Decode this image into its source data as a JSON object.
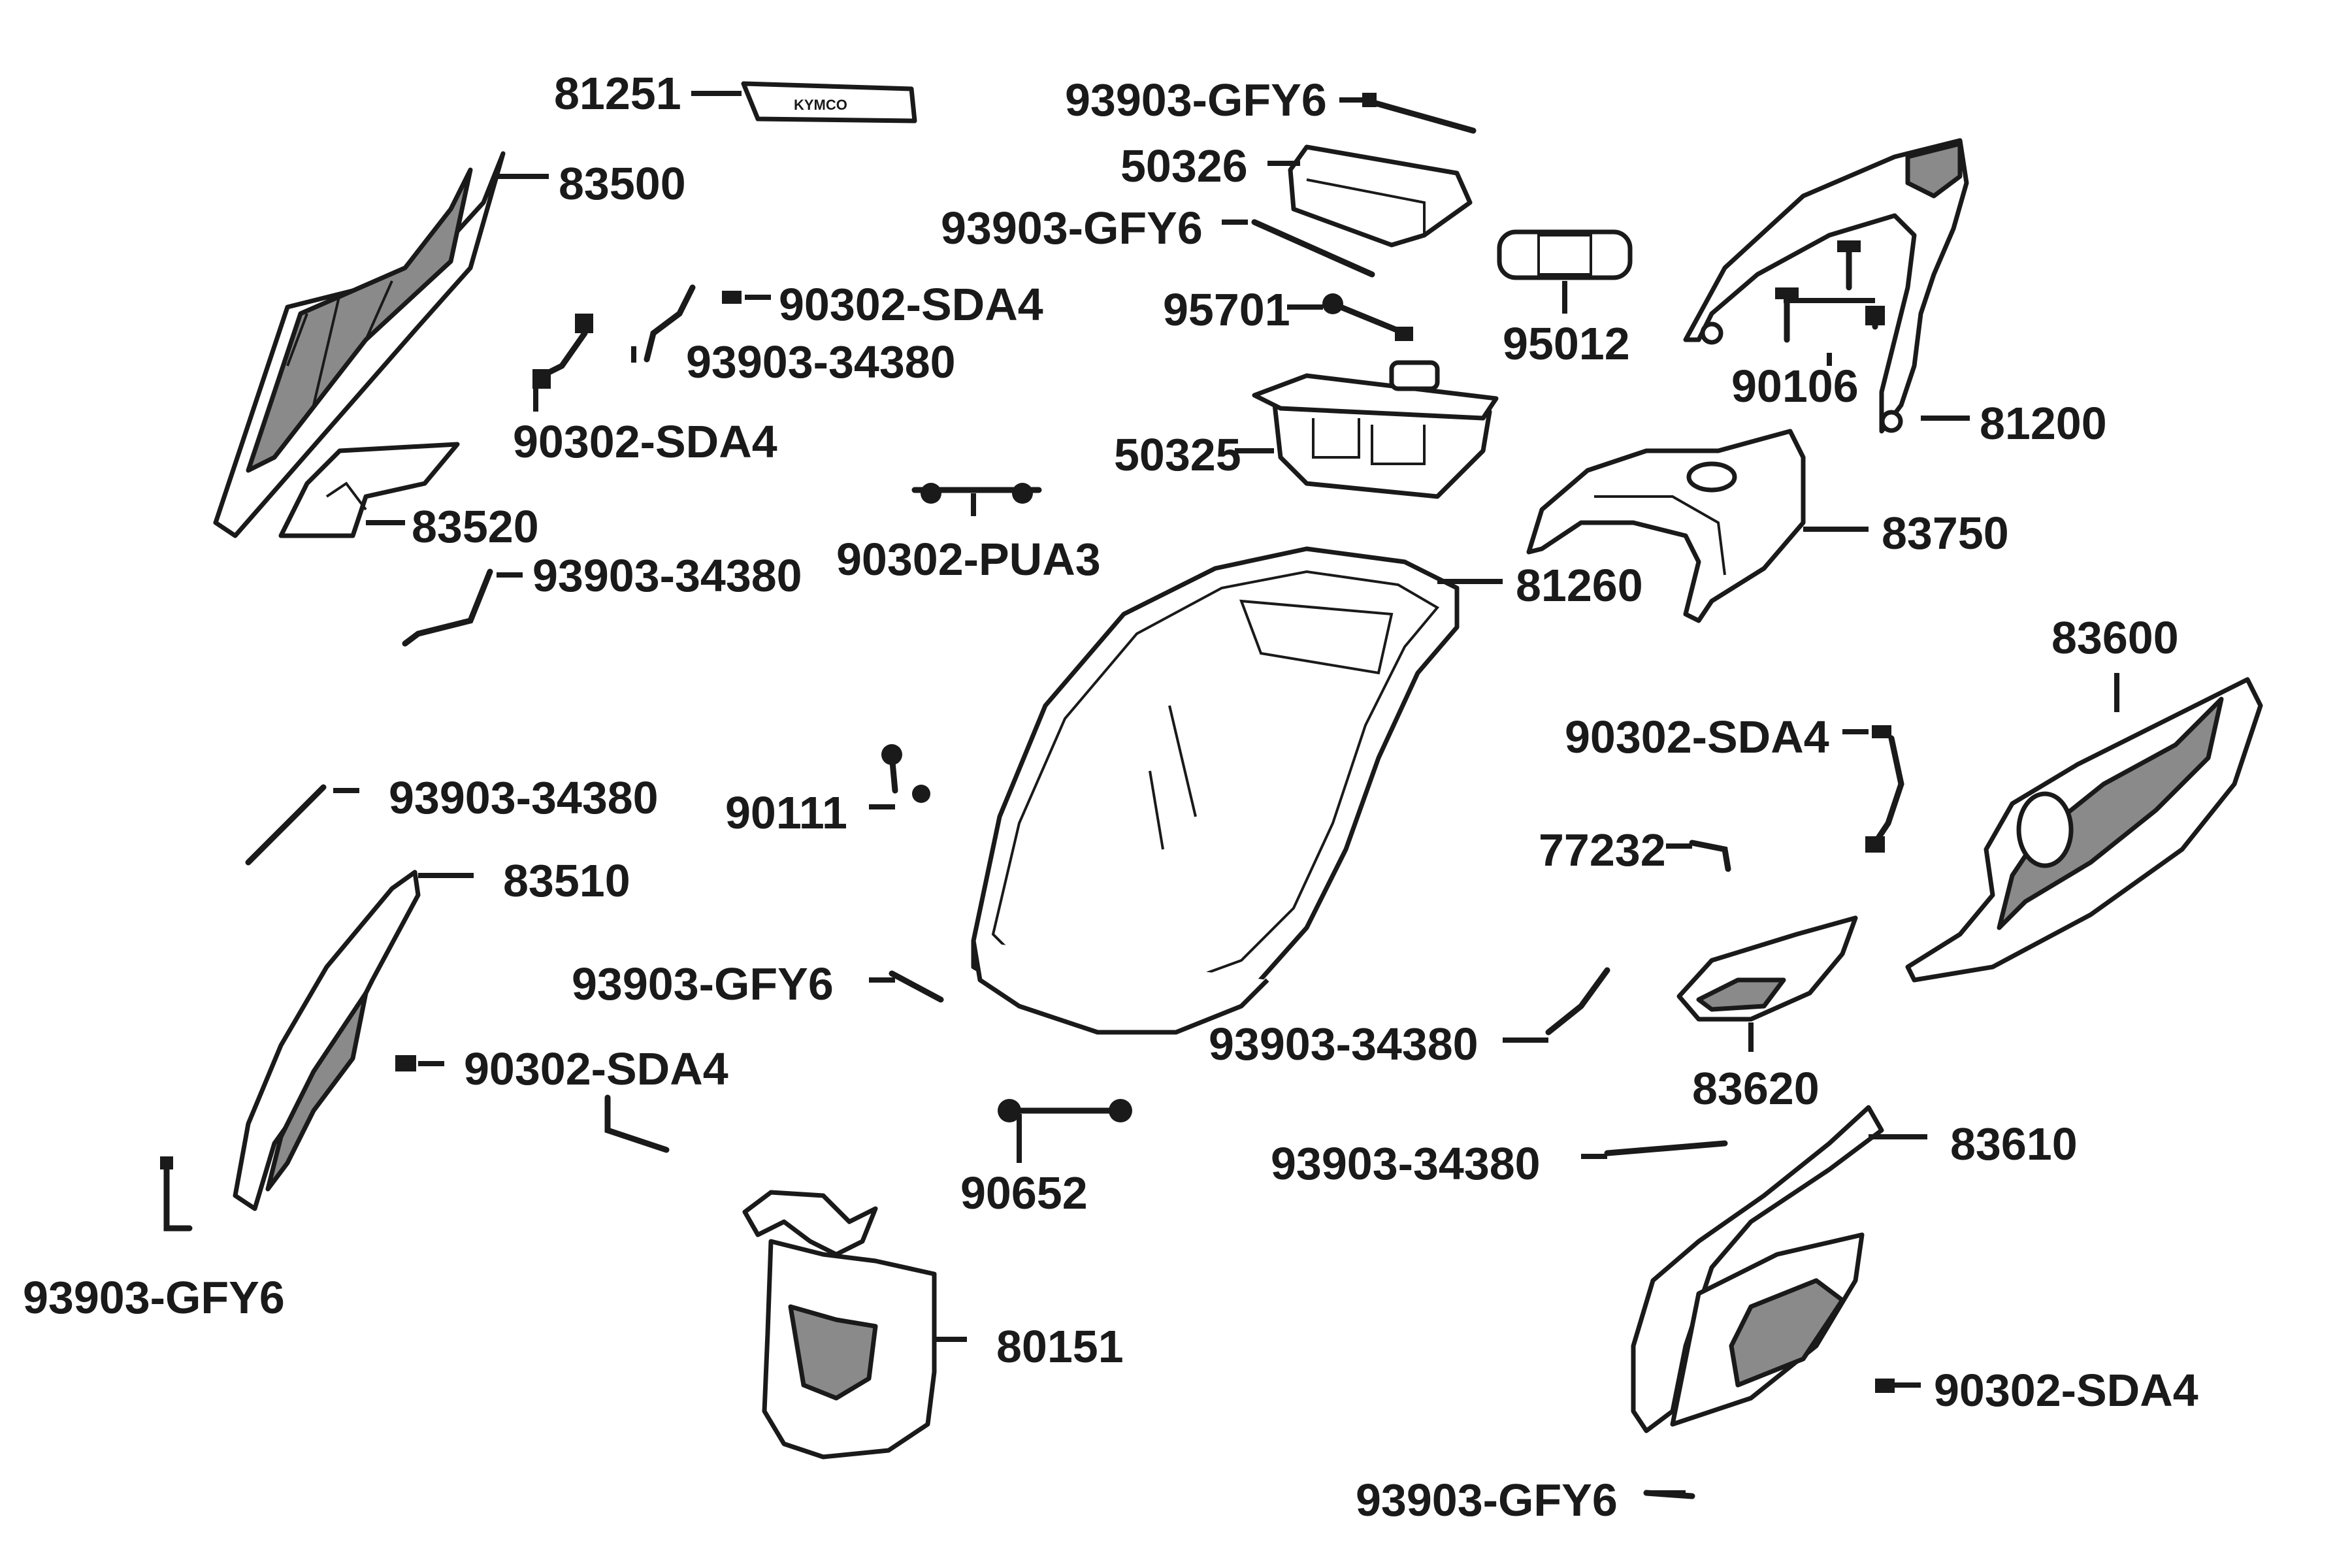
{
  "diagram": {
    "labels": {
      "p81251": "81251",
      "p83500": "83500",
      "p90302_sda4_a": "90302-SDA4",
      "p93903_34380_a": "93903-34380",
      "p90302_sda4_b": "90302-SDA4",
      "p83520": "83520",
      "p93903_34380_b": "93903-34380",
      "p90302_pua3": "90302-PUA3",
      "p93903_gfy6_a": "93903-GFY6",
      "p50326": "50326",
      "p93903_gfy6_b": "93903-GFY6",
      "p95701": "95701",
      "p95012": "95012",
      "p50325": "50325",
      "p90106": "90106",
      "p81200": "81200",
      "p83750": "83750",
      "p81260": "81260",
      "p83600": "83600",
      "p90302_sda4_c": "90302-SDA4",
      "p77232": "77232",
      "p93903_34380_c": "93903-34380",
      "p83620": "83620",
      "p90111": "90111",
      "p93903_34380_d": "93903-34380",
      "p83510": "83510",
      "p93903_gfy6_c": "93903-GFY6",
      "p90302_sda4_d": "90302-SDA4",
      "p93903_gfy6_d": "93903-GFY6",
      "p90652": "90652",
      "p80151": "80151",
      "p93903_34380_e": "93903-34380",
      "p83610": "83610",
      "p90302_sda4_e": "90302-SDA4",
      "p93903_gfy6_e": "93903-GFY6"
    },
    "plate_text": "KYMCO"
  }
}
